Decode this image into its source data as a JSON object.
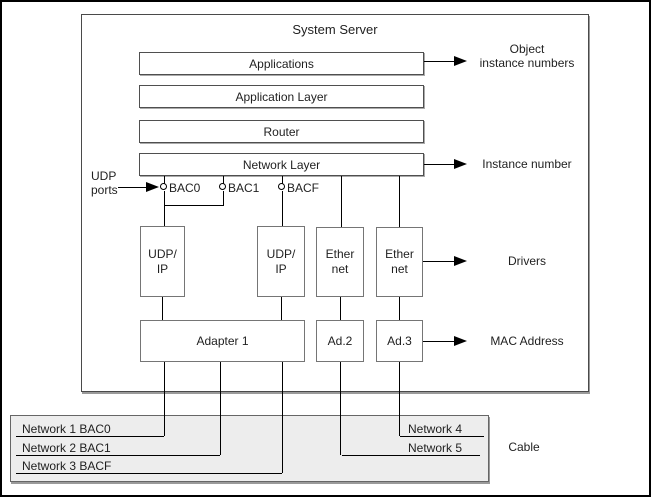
{
  "diagram": {
    "title": "System Server",
    "layers": [
      "Applications",
      "Application Layer",
      "Router",
      "Network Layer"
    ],
    "udp_ports": {
      "line1": "UDP",
      "line2": "ports"
    },
    "ports": [
      "BAC0",
      "BAC1",
      "BACF"
    ],
    "driver_boxes": [
      {
        "line1": "UDP/",
        "line2": "IP"
      },
      {
        "line1": "UDP/",
        "line2": "IP"
      },
      {
        "line1": "Ether",
        "line2": "net"
      },
      {
        "line1": "Ether",
        "line2": "net"
      }
    ],
    "adapters": [
      "Adapter 1",
      "Ad.2",
      "Ad.3"
    ],
    "annotations": {
      "object_line1": "Object",
      "object_line2": "instance numbers",
      "instance_number": "Instance number",
      "drivers": "Drivers",
      "mac_address": "MAC Address",
      "cable": "Cable"
    },
    "networks_left": [
      "Network 1 BAC0",
      "Network 2 BAC1",
      "Network 3 BACF"
    ],
    "networks_right": [
      "Network 4",
      "Network 5"
    ],
    "colors": {
      "line": "#000000",
      "box_border": "#4f4f4f",
      "cable_fill": "#ededed"
    }
  }
}
